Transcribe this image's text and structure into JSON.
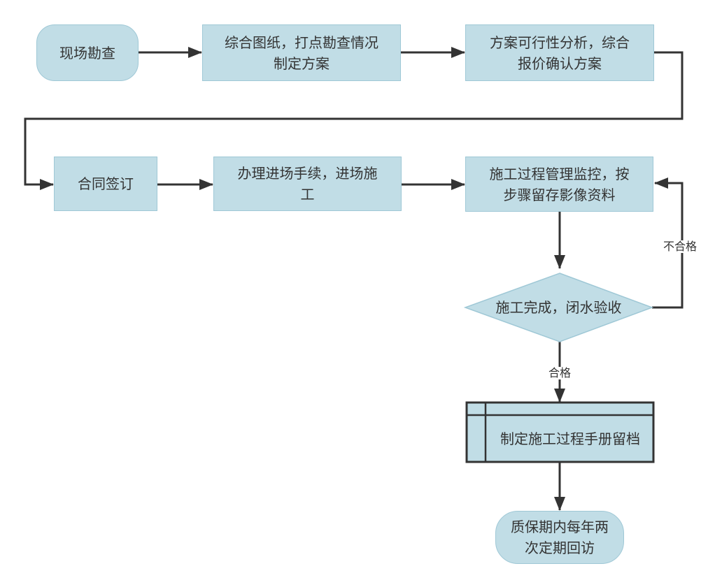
{
  "colors": {
    "node_fill": "#c1dde6",
    "node_border": "#9fc8d6",
    "edge": "#333333",
    "text": "#333333"
  },
  "nodes": {
    "site_survey": "现场勘查",
    "plan_line1": "综合图纸，打点勘查情况",
    "plan_line2": "制定方案",
    "feasibility_line1": "方案可行性分析，综合",
    "feasibility_line2": "报价确认方案",
    "contract": "合同签订",
    "entry_line1": "办理进场手续，进场施",
    "entry_line2": "工",
    "monitor_line1": "施工过程管理监控，按",
    "monitor_line2": "步骤留存影像资料",
    "acceptance": "施工完成，闭水验收",
    "manual": "制定施工过程手册留档",
    "revisit_line1": "质保期内每年两",
    "revisit_line2": "次定期回访"
  },
  "edges": {
    "fail_label": "不合格",
    "pass_label": "合格"
  }
}
